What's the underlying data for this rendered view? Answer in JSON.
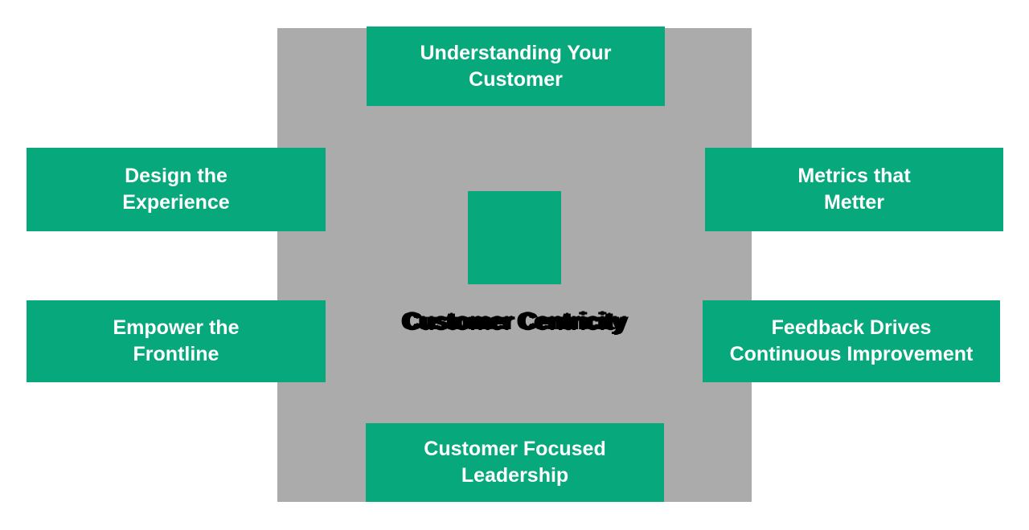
{
  "diagram": {
    "center": {
      "title": "Customer Centricity"
    },
    "boxes": {
      "top": {
        "line1": "Understanding Your",
        "line2": "Customer"
      },
      "left_upper": {
        "line1": "Design the",
        "line2": "Experience"
      },
      "right_upper": {
        "line1": "Metrics that",
        "line2": "Metter"
      },
      "left_lower": {
        "line1": "Empower the",
        "line2": "Frontline"
      },
      "right_lower": {
        "line1": "Feedback Drives",
        "line2": "Continuous Improvement"
      },
      "bottom": {
        "line1": "Customer Focused",
        "line2": "Leadership"
      }
    },
    "colors": {
      "node_green": "#07a87c",
      "hub_gray": "#ababab",
      "node_text": "#ffffff",
      "title_text": "#000000",
      "background": "#ffffff"
    }
  }
}
